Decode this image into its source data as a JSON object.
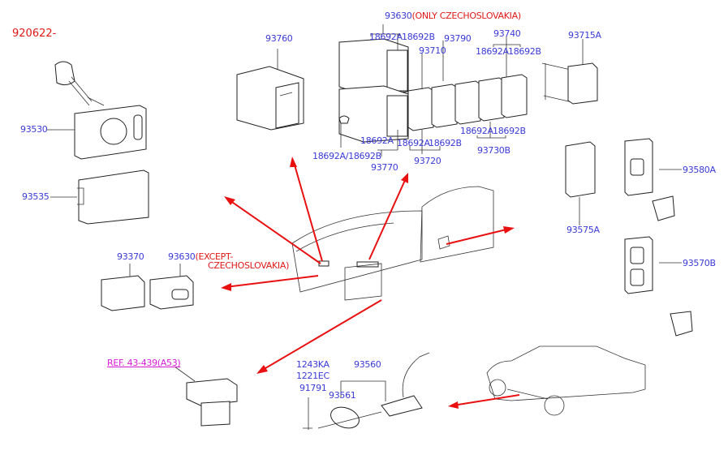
{
  "diagram": {
    "ref_date": "920622-",
    "colors": {
      "label": "#3a3ad8",
      "note": "#e01818",
      "ref": "#d81ad8",
      "arrow": "#e81010"
    },
    "labels": {
      "p93530": "93530",
      "p93535": "93535",
      "p93760": "93760",
      "p93630_top": "93630",
      "p93630_top_note": "(ONLY CZECHOSLOVAKIA)",
      "p93630_top_a": "18692A",
      "p93630_top_b": "18692B",
      "p93790": "93790",
      "p93710": "93710",
      "p93740": "93740",
      "p93740_a": "18692A",
      "p93740_b": "18692B",
      "p93715a": "93715A",
      "p93770_a": "18692A",
      "p93770_ab": "18692A/18692B",
      "p93770": "93770",
      "p93720_a": "18692A",
      "p93720_b": "18692B",
      "p93720": "93720",
      "p93730b_a": "18692A",
      "p93730b_b": "18692B",
      "p93730b": "93730B",
      "p93575a": "93575A",
      "p93580a": "93580A",
      "p93570b": "93570B",
      "p93370": "93370",
      "p93630_mid": "93630",
      "p93630_mid_note1": "(EXCEPT-",
      "p93630_mid_note2": "CZECHOSLOVAKIA)",
      "ref_note": "REF. 43-439(A53)",
      "p1243ka": "1243KA",
      "p1221ec": "1221EC",
      "p91791": "91791",
      "p93560": "93560",
      "p93561": "93561"
    }
  }
}
